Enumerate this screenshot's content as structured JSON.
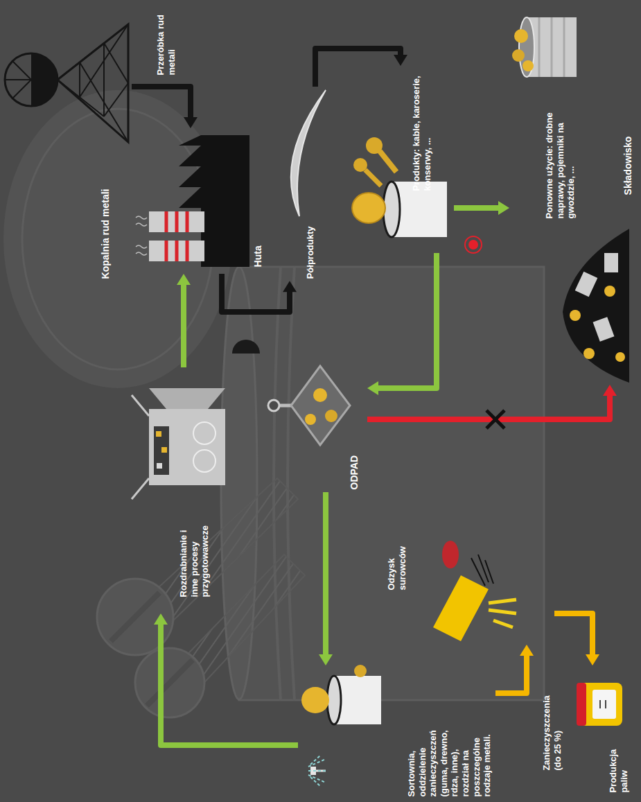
{
  "diagram": {
    "nodes": [
      {
        "text": [
          "Kopalnia rud metali"
        ]
      },
      {
        "text": [
          "Huta"
        ]
      },
      {
        "text": [
          "Półprodukty"
        ]
      },
      {
        "text": [
          "Produkty: kable, karoserie, konserwy, ..."
        ]
      },
      {
        "text": [
          "Ponowne użycie: drobne naprawy, pojemniki na gwoździe, ..."
        ]
      },
      {
        "text": [
          "Składowisko"
        ]
      },
      {
        "text": [
          "ODPAD"
        ]
      },
      {
        "text": [
          "Sortownia, oddzielenie zanieczyszczeń (guma, drewno, rdza, inne), rozdział na poszczególne rodzaje metali."
        ]
      },
      {
        "text": [
          "Rozdrabnianie i inne procesy przygotowawcze"
        ]
      },
      {
        "text": [
          "Odzysk surowców"
        ]
      },
      {
        "text": [
          "Produkcja paliw"
        ]
      }
    ],
    "edges": [
      {
        "from": 0,
        "to": 1,
        "label": "Przeróbka rud metali",
        "arrow": "to"
      },
      {
        "from": 1,
        "to": 2,
        "arrow": "to"
      },
      {
        "from": 2,
        "to": 3,
        "arrow": "to"
      },
      {
        "from": 3,
        "to": 4,
        "arrow": "to"
      },
      {
        "from": 3,
        "to": 6,
        "arrow": "to"
      },
      {
        "from": 6,
        "to": 5,
        "arrow": "to"
      },
      {
        "from": 6,
        "to": 7,
        "arrow": "to"
      },
      {
        "from": 7,
        "to": 8,
        "arrow": "to"
      },
      {
        "from": 8,
        "to": 1,
        "arrow": "to"
      },
      {
        "from": 7,
        "to": 9,
        "label": "Zanieczyszczenia (do 25 %)",
        "arrow": "to"
      },
      {
        "from": 9,
        "to": 10,
        "arrow": "to"
      }
    ]
  }
}
